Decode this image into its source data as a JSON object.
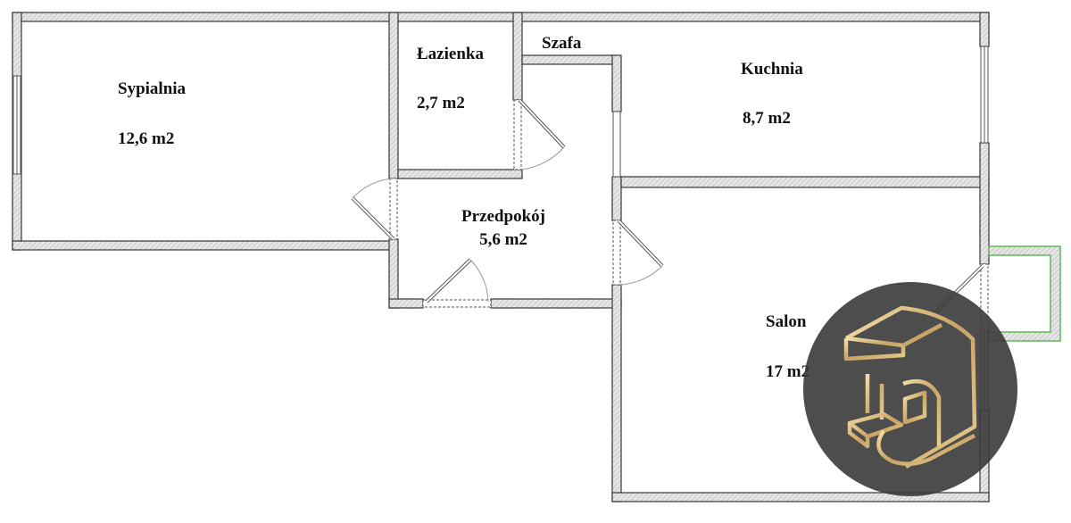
{
  "rooms": [
    {
      "name": "Sypialnia",
      "area": "12,6 m2"
    },
    {
      "name": "Łazienka",
      "area": "2,7 m2"
    },
    {
      "name": "Szafa"
    },
    {
      "name": "Kuchnia",
      "area": "8,7 m2"
    },
    {
      "name": "Przedpokój",
      "area": "5,6 m2"
    },
    {
      "name": "Salon",
      "area": "17 m2"
    }
  ],
  "colors": {
    "wall": "#444444",
    "wall_fill": "#dcdcdc",
    "balcony": "#5cb85c",
    "logo_bg": "#4a4a4a",
    "logo_gold": "#d9bc7e"
  },
  "logo": {
    "icon": "coffee-machine-icon"
  }
}
